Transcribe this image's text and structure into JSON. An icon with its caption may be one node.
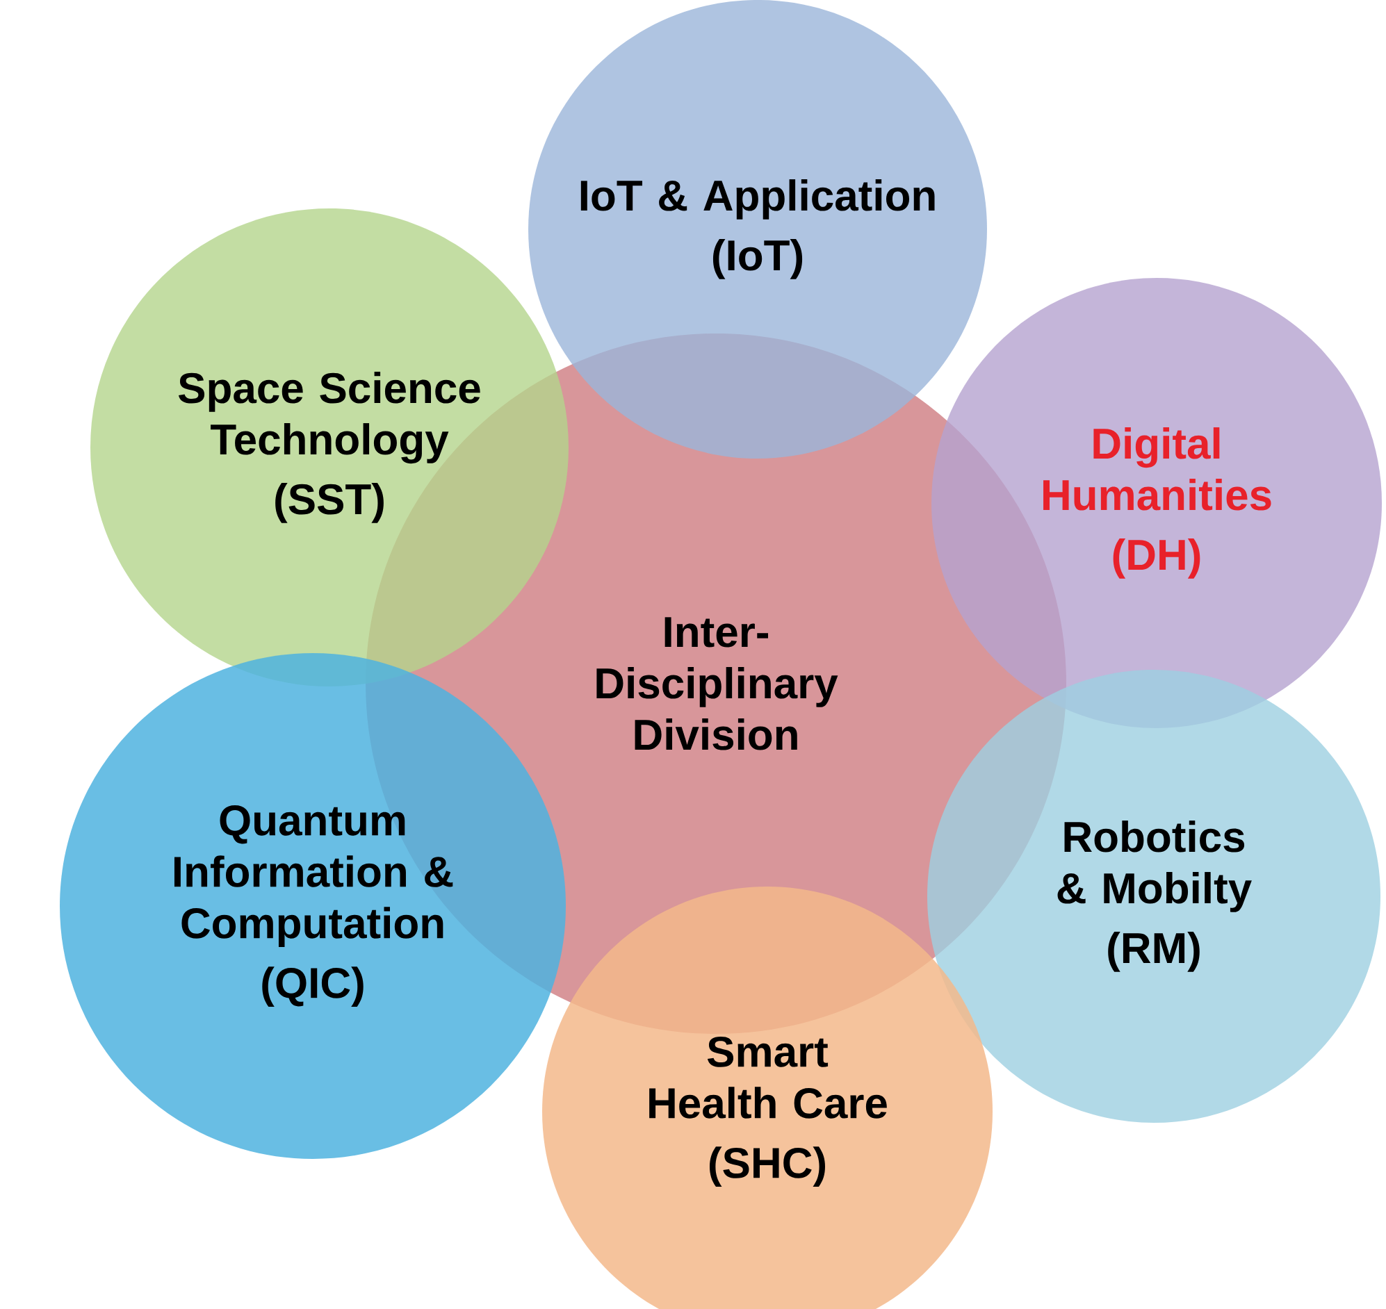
{
  "diagram": {
    "nodes": [
      {
        "text": [
          "IoT & Application",
          "(IoT)"
        ]
      },
      {
        "text": [
          "Space Science Technology",
          "(SST)"
        ]
      },
      {
        "text": [
          "Digital Humanities",
          "(DH)"
        ]
      },
      {
        "text": [
          "Inter-Disciplinary Division"
        ]
      },
      {
        "text": [
          "Robotics & Mobilty",
          "(RM)"
        ]
      },
      {
        "text": [
          "Quantum Information & Computation",
          "(QIC)"
        ]
      },
      {
        "text": [
          "Smart Health Care",
          "(SHC)"
        ]
      }
    ]
  }
}
